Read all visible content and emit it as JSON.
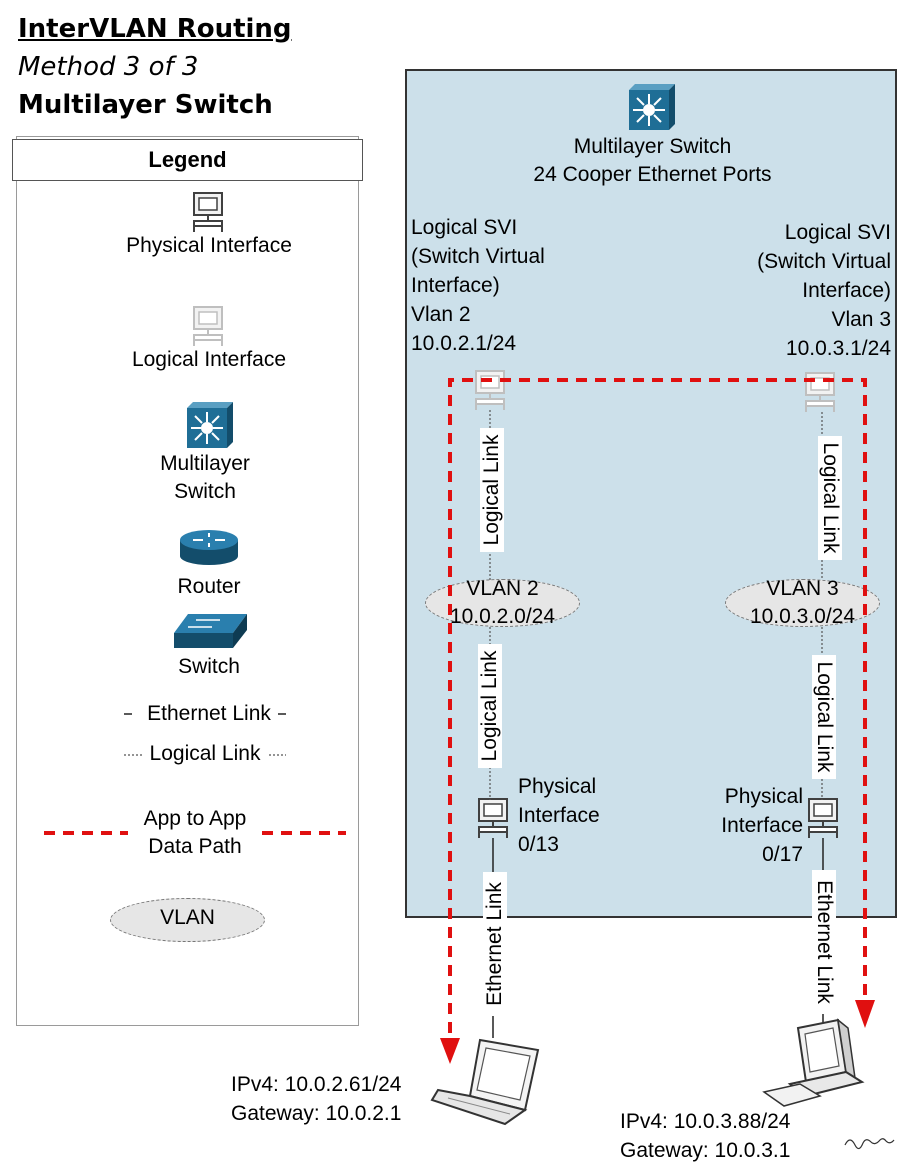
{
  "title": {
    "main": "InterVLAN Routing",
    "method": "Method 3 of 3",
    "subject": "Multilayer Switch"
  },
  "legend": {
    "heading": "Legend",
    "physical_interface": "Physical Interface",
    "logical_interface": "Logical Interface",
    "multilayer_switch": "Multilayer\nSwitch",
    "router": "Router",
    "switch": "Switch",
    "ethernet_link": "Ethernet Link",
    "logical_link": "Logical Link",
    "app_path": "App to App\nData Path",
    "vlan": "VLAN"
  },
  "device": {
    "name": "Multilayer Switch\n24 Cooper Ethernet Ports"
  },
  "svi_left": "Logical SVI\n(Switch Virtual\nInterface)\nVlan 2\n10.0.2.1/24",
  "svi_right": "Logical SVI\n(Switch Virtual\nInterface)\nVlan 3\n10.0.3.1/24",
  "vlan_left": "VLAN 2\n10.0.2.0/24",
  "vlan_right": "VLAN 3\n10.0.3.0/24",
  "link_labels": {
    "logical": "Logical Link",
    "ethernet": "Ethernet Link"
  },
  "port_left": "Physical\nInterface\n0/13",
  "port_right": "Physical\nInterface\n0/17",
  "host_left": "IPv4: 10.0.2.61/24\nGateway: 10.0.2.1",
  "host_right": "IPv4: 10.0.3.88/24\nGateway: 10.0.3.1",
  "colors": {
    "switch_panel": "#cce0ea",
    "data_path": "#e01010",
    "cisco_blue": "#1f6e96"
  },
  "icons": [
    "pc-icon",
    "multilayer-switch-icon",
    "router-icon",
    "switch-icon",
    "laptop-icon",
    "desktop-icon"
  ]
}
